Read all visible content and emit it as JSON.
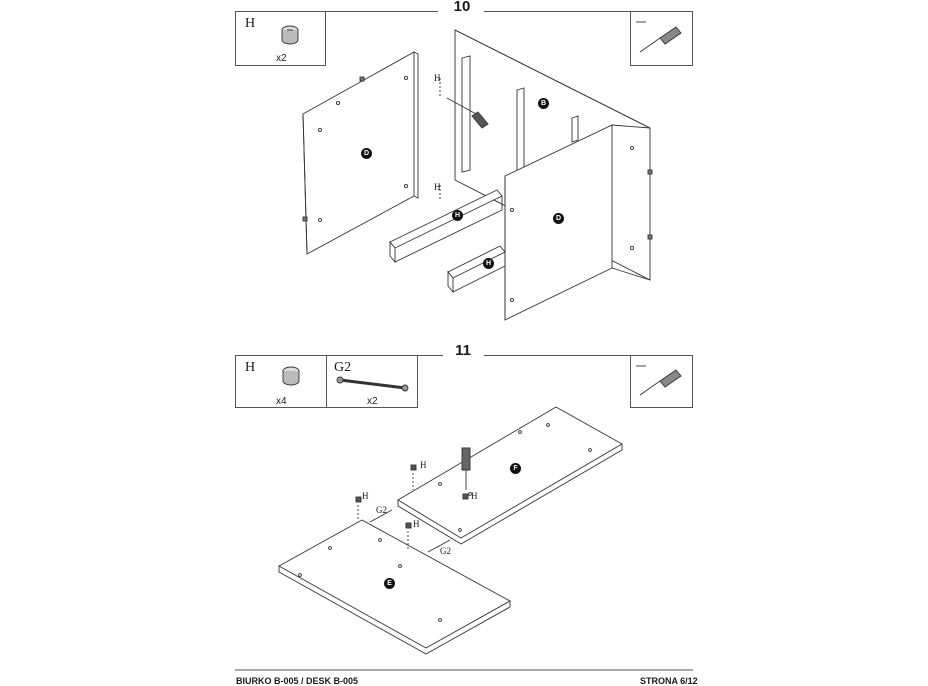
{
  "step10": {
    "number": "10",
    "hardware": {
      "letter": "H",
      "qty": "x2"
    },
    "tool": {
      "name": "screwdriver-icon",
      "mark": "—"
    },
    "labels": {
      "left_panel": "D",
      "right_panel": "D",
      "rail": "B",
      "rail_top": "H",
      "rail_bottom": "H"
    },
    "callouts": [
      "H",
      "H"
    ]
  },
  "step11": {
    "number": "11",
    "hardware": [
      {
        "letter": "H",
        "qty": "x4"
      },
      {
        "letter": "G2",
        "qty": "x2"
      }
    ],
    "tool": {
      "name": "screwdriver-icon",
      "mark": "—"
    },
    "labels": {
      "top_panel": "F",
      "bottom_panel": "E"
    },
    "callouts": [
      "H",
      "H",
      "H",
      "H",
      "G2",
      "G2"
    ]
  },
  "footer": {
    "left": "BIURKO B-005 / DESK B-005",
    "right": "STRONA 6/12"
  }
}
